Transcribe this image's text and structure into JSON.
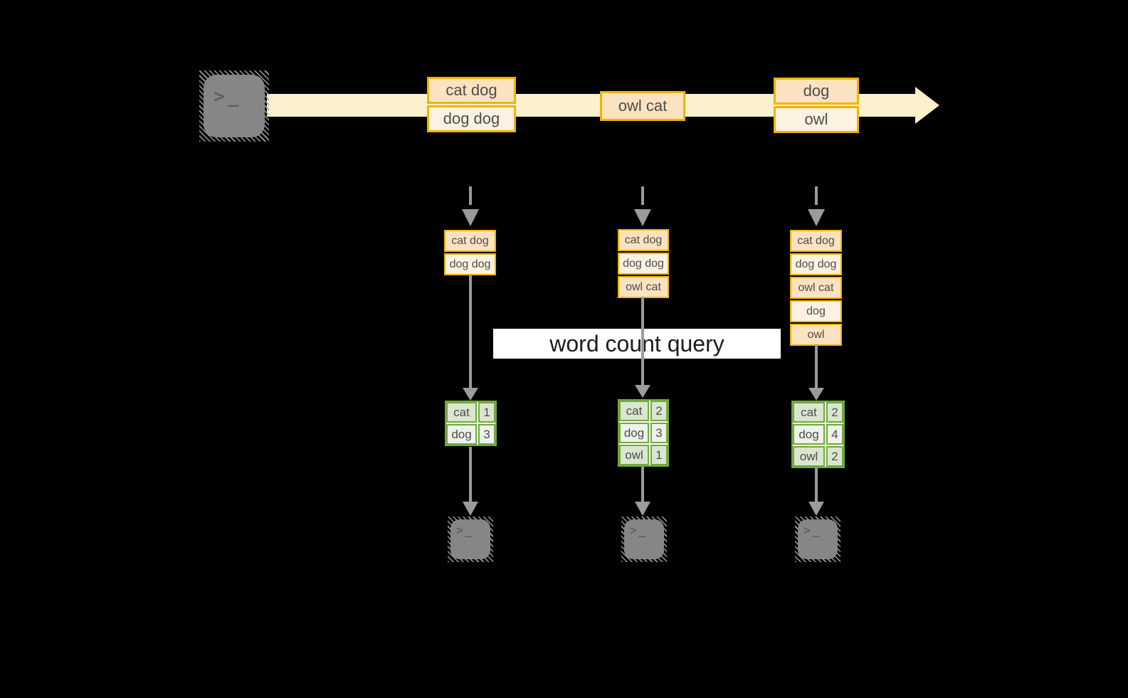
{
  "diagram": {
    "banner": "word count query",
    "prompt_glyph": ">_"
  },
  "stream": {
    "events": [
      {
        "rows": [
          "cat dog",
          "dog dog"
        ]
      },
      {
        "rows": [
          "owl cat"
        ]
      },
      {
        "rows": [
          "dog",
          "owl"
        ]
      }
    ]
  },
  "columns": [
    {
      "batch": [
        "cat dog",
        "dog dog"
      ],
      "counts": [
        {
          "word": "cat",
          "count": "1"
        },
        {
          "word": "dog",
          "count": "3"
        }
      ]
    },
    {
      "batch": [
        "cat dog",
        "dog dog",
        "owl cat"
      ],
      "counts": [
        {
          "word": "cat",
          "count": "2"
        },
        {
          "word": "dog",
          "count": "3"
        },
        {
          "word": "owl",
          "count": "1"
        }
      ]
    },
    {
      "batch": [
        "cat dog",
        "dog dog",
        "owl cat",
        "dog",
        "owl"
      ],
      "counts": [
        {
          "word": "cat",
          "count": "2"
        },
        {
          "word": "dog",
          "count": "4"
        },
        {
          "word": "owl",
          "count": "2"
        }
      ]
    }
  ],
  "colors": {
    "background": "#000000",
    "stream_band": "#fcf0cd",
    "amber_border": "#f0b400",
    "peach_dark": "#fbe2c0",
    "peach_light": "#fdf2e1",
    "green_border": "#71a83c",
    "green_dark": "#dbe6d0",
    "green_light": "#eef3e9",
    "arrow_gray": "#9b9b9b",
    "terminal_gray": "#868686",
    "banner_bg": "#ffffff"
  }
}
